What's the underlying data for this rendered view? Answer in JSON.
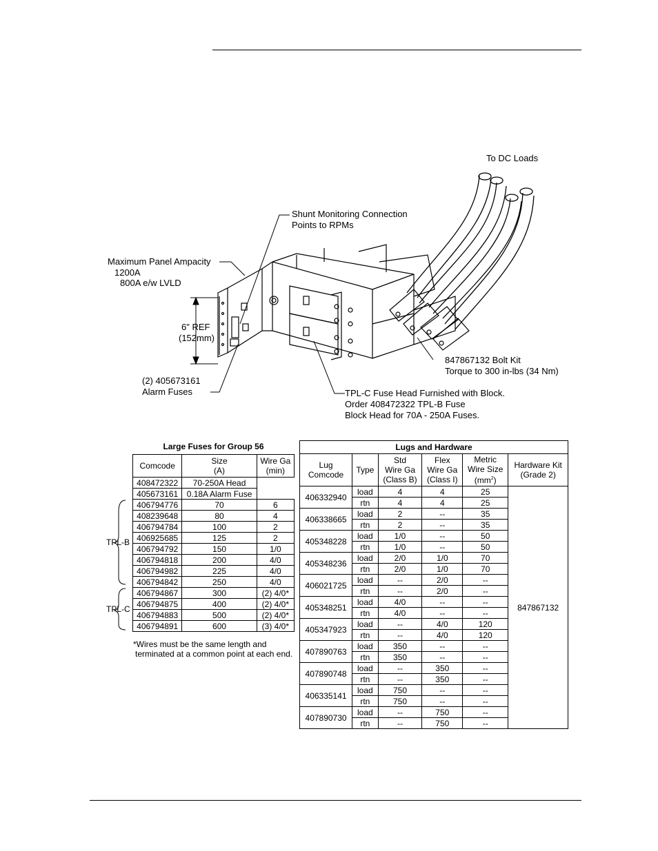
{
  "figure": {
    "to_dc_loads": "To DC Loads",
    "shunt_line1": "Shunt Monitoring Connection",
    "shunt_line2": "Points to RPMs",
    "max_line1": "Maximum Panel Ampacity",
    "max_line2": "1200A",
    "max_line3": "800A e/w LVLD",
    "ref_line1": "6\" REF",
    "ref_line2": "(152mm)",
    "alarm_line1": "(2) 405673161",
    "alarm_line2": "Alarm Fuses",
    "bolt_line1": "847867132 Bolt Kit",
    "bolt_line2": "Torque to 300 in-lbs (34 Nm)",
    "tpl_line1": "TPL-C Fuse Head Furnished with Block.",
    "tpl_line2": "Order 408472322 TPL-B Fuse",
    "tpl_line3": "Block Head for 70A - 250A Fuses."
  },
  "fuse_table": {
    "title": "Large Fuses for Group 56",
    "headers": [
      "Comcode",
      "Size\n(A)",
      "Wire Ga\n(min)"
    ],
    "header_comcode": "Comcode",
    "header_size_1": "Size",
    "header_size_2": "(A)",
    "header_wire_1": "Wire Ga",
    "header_wire_2": "(min)",
    "row0_code": "408472322",
    "row0_desc": "70-250A Head",
    "row1_code": "405673161",
    "row1_desc": "0.18A Alarm Fuse",
    "rows": [
      [
        "406794776",
        "70",
        "6"
      ],
      [
        "408239648",
        "80",
        "4"
      ],
      [
        "406794784",
        "100",
        "2"
      ],
      [
        "406925685",
        "125",
        "2"
      ],
      [
        "406794792",
        "150",
        "1/0"
      ],
      [
        "406794818",
        "200",
        "4/0"
      ],
      [
        "406794982",
        "225",
        "4/0"
      ],
      [
        "406794842",
        "250",
        "4/0"
      ],
      [
        "406794867",
        "300",
        "(2) 4/0*"
      ],
      [
        "406794875",
        "400",
        "(2) 4/0*"
      ],
      [
        "406794883",
        "500",
        "(2) 4/0*"
      ],
      [
        "406794891",
        "600",
        "(3) 4/0*"
      ]
    ],
    "group_b": "TPL-B",
    "group_c": "TPL-C",
    "note_line1": "*Wires must be the same length and",
    "note_line2": "terminated at a common point at each end."
  },
  "lug_table": {
    "title": "Lugs and Hardware",
    "h_lug_1": "Lug",
    "h_lug_2": "Comcode",
    "h_type": "Type",
    "h_std_1": "Std",
    "h_std_2": "Wire Ga",
    "h_std_3": "(Class B)",
    "h_flex_1": "Flex",
    "h_flex_2": "Wire Ga",
    "h_flex_3": "(Class I)",
    "h_metric_1": "Metric",
    "h_metric_2": "Wire Size",
    "h_metric_3": "(mm",
    "h_metric_sup": "2",
    "h_metric_4": ")",
    "h_kit_1": "Hardware Kit",
    "h_kit_2": "(Grade 2)",
    "kit": "847867132",
    "groups": [
      {
        "code": "406332940",
        "load": [
          "load",
          "4",
          "4",
          "25"
        ],
        "rtn": [
          "rtn",
          "4",
          "4",
          "25"
        ]
      },
      {
        "code": "406338665",
        "load": [
          "load",
          "2",
          "--",
          "35"
        ],
        "rtn": [
          "rtn",
          "2",
          "--",
          "35"
        ]
      },
      {
        "code": "405348228",
        "load": [
          "load",
          "1/0",
          "--",
          "50"
        ],
        "rtn": [
          "rtn",
          "1/0",
          "--",
          "50"
        ]
      },
      {
        "code": "405348236",
        "load": [
          "load",
          "2/0",
          "1/0",
          "70"
        ],
        "rtn": [
          "rtn",
          "2/0",
          "1/0",
          "70"
        ]
      },
      {
        "code": "406021725",
        "load": [
          "load",
          "--",
          "2/0",
          "--"
        ],
        "rtn": [
          "rtn",
          "--",
          "2/0",
          "--"
        ]
      },
      {
        "code": "405348251",
        "load": [
          "load",
          "4/0",
          "--",
          "--"
        ],
        "rtn": [
          "rtn",
          "4/0",
          "--",
          "--"
        ]
      },
      {
        "code": "405347923",
        "load": [
          "load",
          "--",
          "4/0",
          "120"
        ],
        "rtn": [
          "rtn",
          "--",
          "4/0",
          "120"
        ]
      },
      {
        "code": "407890763",
        "load": [
          "load",
          "350",
          "--",
          "--"
        ],
        "rtn": [
          "rtn",
          "350",
          "--",
          "--"
        ]
      },
      {
        "code": "407890748",
        "load": [
          "load",
          "--",
          "350",
          "--"
        ],
        "rtn": [
          "rtn",
          "--",
          "350",
          "--"
        ]
      },
      {
        "code": "406335141",
        "load": [
          "load",
          "750",
          "--",
          "--"
        ],
        "rtn": [
          "rtn",
          "750",
          "--",
          "--"
        ]
      },
      {
        "code": "407890730",
        "load": [
          "load",
          "--",
          "750",
          "--"
        ],
        "rtn": [
          "rtn",
          "--",
          "750",
          "--"
        ]
      }
    ]
  }
}
